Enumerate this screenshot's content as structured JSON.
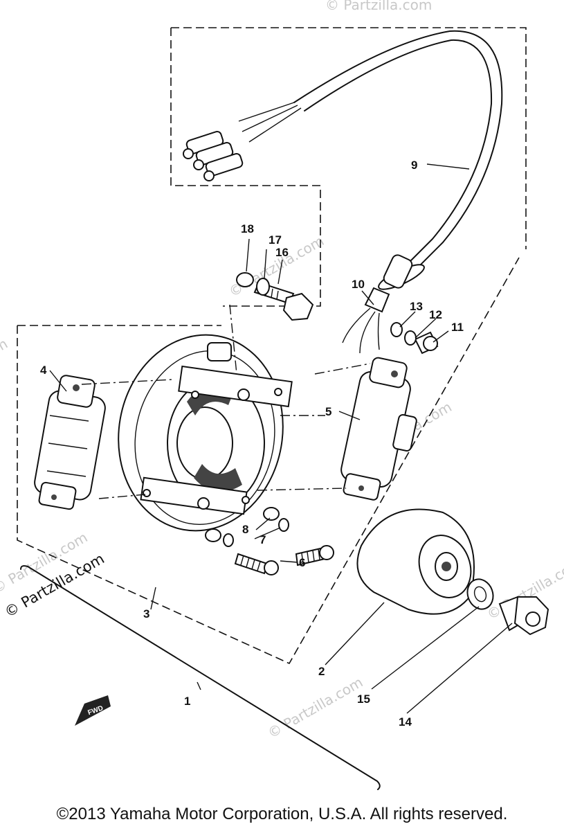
{
  "watermark": "© Partzilla.com",
  "copyright": "©2013  Yamaha Motor Corporation, U.S.A. All rights reserved.",
  "fwd_mark": "FWD",
  "callouts": [
    {
      "id": "1",
      "text": "1"
    },
    {
      "id": "2",
      "text": "2"
    },
    {
      "id": "3",
      "text": "3"
    },
    {
      "id": "4",
      "text": "4"
    },
    {
      "id": "5",
      "text": "5"
    },
    {
      "id": "6",
      "text": "6"
    },
    {
      "id": "7",
      "text": "7"
    },
    {
      "id": "8",
      "text": "8"
    },
    {
      "id": "9",
      "text": "9"
    },
    {
      "id": "10",
      "text": "10"
    },
    {
      "id": "11",
      "text": "11"
    },
    {
      "id": "12",
      "text": "12"
    },
    {
      "id": "13",
      "text": "13"
    },
    {
      "id": "14",
      "text": "14"
    },
    {
      "id": "15",
      "text": "15"
    },
    {
      "id": "16",
      "text": "16"
    },
    {
      "id": "17",
      "text": "17"
    },
    {
      "id": "18",
      "text": "18"
    }
  ]
}
